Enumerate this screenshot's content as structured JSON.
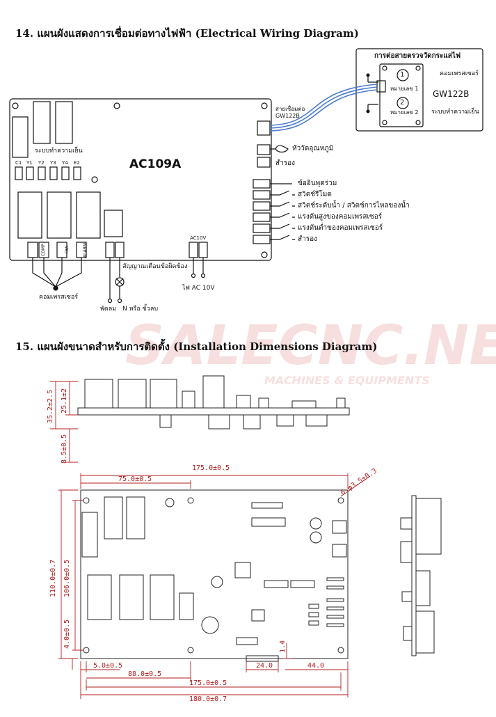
{
  "section14": {
    "title": "14. แผนผังแสดงการเชื่อมต่อทางไฟฟ้า (Electrical Wiring Diagram)",
    "board_model": "AC109A",
    "refrigeration_label": "ระบบทำความเย็น",
    "terminals": [
      "C1",
      "Y1",
      "Y2",
      "Y3",
      "Y4",
      "E2"
    ],
    "relay_labels": [
      "COMP",
      "FAN",
      "ALARM"
    ],
    "ac_terminal": "AC10V",
    "gw_connector": "สายเชื่อมต่อ\nGW122B",
    "sensor_label": "หัววัดอุณหภูมิ",
    "spare_label": "สำรอง",
    "inputs": [
      "ข้ออินพุตร่วม",
      "สวิตช์รีโมต",
      "สวิตช์ระดับน้ำ / สวิตช์การไหลของน้ำ",
      "แรงดันสูงของคอมเพรสเซอร์",
      "แรงดันต่ำของคอมเพรสเซอร์",
      "สำรอง"
    ],
    "compressor_label": "คอมเพรสเซอร์",
    "fan_label": "พัดลม",
    "n_label": "N หรือ ขั้วลบ",
    "fault_label": "สัญญาณเตือนข้อผิดข้อง",
    "power_label": "ไฟ AC 10V",
    "gw_box": {
      "title": "การต่อสายตรวจวัดกระแสไฟ",
      "no1": "หมายเลข 1",
      "no2": "หมายเลข 2",
      "circle1": "1",
      "circle2": "2",
      "compressor": "คอมเพรสเซอร์",
      "model": "GW122B",
      "cooling": "ระบบทำความเย็น"
    }
  },
  "section15": {
    "title": "15. แผนผังขนาดสำหรับการติดตั้ง (Installation Dimensions Diagram)",
    "dims": {
      "h35": "35.2±2.5",
      "h25": "25.1±2",
      "h8": "8.5±0.5",
      "w175_top": "175.0±0.5",
      "w75": "75.0±0.5",
      "hole": "6-φ3.5±0.3",
      "h110": "110.0±0.7",
      "h106": "106.0±0.5",
      "h4": "4.0±0.5",
      "w5": "5.0±0.5",
      "w88": "88.0±0.5",
      "w24": "24.0",
      "w44": "44.0",
      "h14": "1.4",
      "w175_bot": "175.0±0.5",
      "w180": "180.0±0.7"
    }
  },
  "watermark": {
    "brand": "SALECNC.NET",
    "tagline": "MACHINES & EQUIPMENTS"
  },
  "colors": {
    "dimension": "#b41e1e",
    "cable": "#4a7bd1",
    "line": "#111111"
  }
}
